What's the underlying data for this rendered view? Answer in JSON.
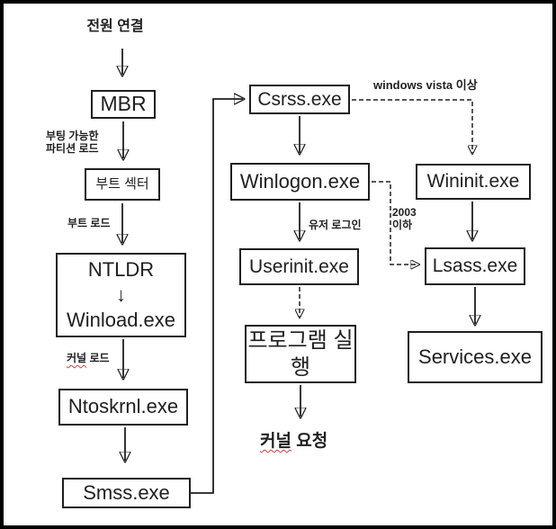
{
  "title": "전원 연결",
  "nodes": {
    "mbr": "MBR",
    "boot_sector": "부트 섹터",
    "ntldr_line1": "NTLDR",
    "ntldr_down_arrow": "↓",
    "ntldr_line2": "Winload.exe",
    "ntoskrnl": "Ntoskrnl.exe",
    "smss": "Smss.exe",
    "csrss": "Csrss.exe",
    "winlogon": "Winlogon.exe",
    "userinit": "Userinit.exe",
    "program_run": "프로그램 실행",
    "wininit": "Wininit.exe",
    "lsass": "Lsass.exe",
    "services": "Services.exe"
  },
  "edge_labels": {
    "bootable_partition_line1": "부팅 가능한",
    "bootable_partition_line2": "파티션 로드",
    "boot_load": "부트 로드",
    "kernel_load_word1": "커널",
    "kernel_load_word2": "로드",
    "user_login": "유저 로그인",
    "windows_vista_plus": "windows vista 이상",
    "win2003_line1": "2003",
    "win2003_line2": "이하"
  },
  "annotations": {
    "kernel_request_word1": "커널",
    "kernel_request_word2": "요청"
  },
  "colors": {
    "ink": "#1f1f1f",
    "background": "#ffffff",
    "frame": "#000000",
    "spellcheck_wavy": "#e04038"
  }
}
